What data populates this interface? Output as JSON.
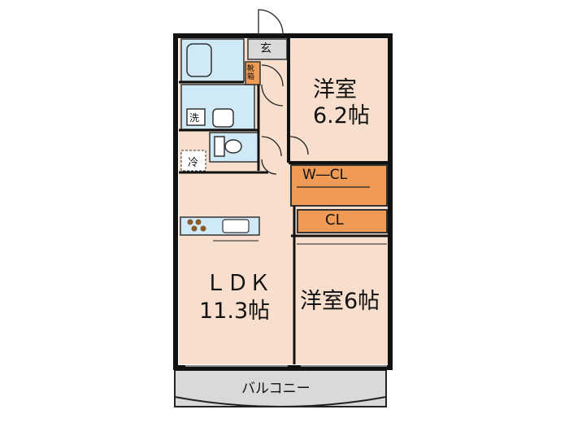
{
  "rooms": {
    "entrance": "玄",
    "shoe_box": "靴箱",
    "washer": "洗",
    "refrigerator": "冷",
    "western_room_1": {
      "name": "洋室",
      "size": "6.2帖"
    },
    "walk_in_closet": "W―CL",
    "closet": "CL",
    "ldk": {
      "name": "ＬＤＫ",
      "size": "11.3帖"
    },
    "western_room_2": "洋室6帖",
    "balcony": "バルコニー"
  },
  "colors": {
    "floor": "#f8dfcd",
    "closet": "#ef9a55",
    "wet_area": "#cfe9f6",
    "balcony": "#d9d9d9",
    "wall": "#111111"
  }
}
